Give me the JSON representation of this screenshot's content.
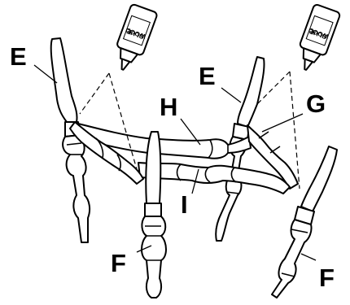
{
  "labels": {
    "E_left": "E",
    "E_right": "E",
    "F_left": "F",
    "F_right": "F",
    "G": "G",
    "H": "H",
    "I": "I"
  },
  "glue_bottles": {
    "left_text_line1": "WOOD",
    "left_text_line2": "GLUE",
    "right_text_line1": "WOOD",
    "right_text_line2": "GLUE"
  },
  "colors": {
    "line": "#000000",
    "fill": "#ffffff"
  }
}
